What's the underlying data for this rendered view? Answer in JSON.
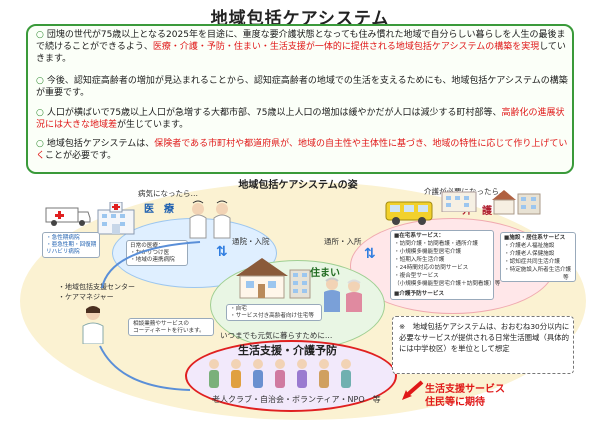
{
  "title": "地域包括ケアシステム",
  "bullets": [
    {
      "marker": "○",
      "text_a": "団塊の世代が75歳以上となる2025年を目途に、重度な要介護状態となっても住み慣れた地域で自分らしい暮らしを人生の最後まで続けることができるよう、",
      "text_red": "医療・介護・予防・住まい・生活支援が一体的に提供される地域包括ケアシステムの構築を実現",
      "text_b": "していきます。"
    },
    {
      "marker": "○",
      "text_a": "今後、認知症高齢者の増加が見込まれることから、認知症高齢者の地域での生活を支えるためにも、地域包括ケアシステムの構築が重要です。",
      "text_red": "",
      "text_b": ""
    },
    {
      "marker": "○",
      "text_a": "人口が横ばいで75歳以上人口が急増する大都市部、75歳以上人口の増加は緩やかだが人口は減少する町村部等、",
      "text_red": "高齢化の進展状況には大きな地域差",
      "text_b": "が生じています。"
    },
    {
      "marker": "○",
      "text_a": "地域包括ケアシステムは、",
      "text_red": "保険者である市町村や都道府県が、地域の自主性や主体性に基づき、地域の特性に応じて作り上げていく",
      "text_b": "ことが必要です。"
    }
  ],
  "figure": {
    "title": "地域包括ケアシステムの姿",
    "medical": {
      "caption": "病気になったら…",
      "heading": "医　療",
      "hospital_items": [
        "・急性期病院",
        "・亜急性期・回復期",
        "リハビリ病院"
      ],
      "clinic_items": [
        "日常の医療：",
        "・かかりつけ医",
        "・地域の連携病院"
      ]
    },
    "care": {
      "caption": "介護が必要になったら…",
      "heading": "介　護",
      "home_service_items": [
        "■在宅系サービス：",
        "・訪問介護・訪問看護・通所介護",
        "・小規模多機能型居宅介護",
        "・短期入所生活介護",
        "・24時間対応の訪問サービス",
        "・複合型サービス",
        "（小規模多機能型居宅介護＋訪問看護）等",
        "■介護予防サービス"
      ],
      "facility_items": [
        "■施設・居住系サービス",
        "・介護老人福祉施設",
        "・介護老人保健施設",
        "・認知症共同生活介護",
        "・特定施設入所者生活介護",
        "等"
      ]
    },
    "home": {
      "heading": "住まい",
      "items": [
        "・自宅",
        "・サービス付き高齢者向け住宅等"
      ]
    },
    "links": {
      "visit_left": "通院・入院",
      "visit_right": "通所・入所"
    },
    "support": {
      "items": [
        "・地域包括支援センター",
        "・ケアマネジャー"
      ],
      "consult": [
        "相談業務やサービスの",
        "コーディネートを行います。"
      ]
    },
    "life": {
      "caption": "いつまでも元気に暮らすために…",
      "heading": "生活支援・介護予防",
      "footer": "老人クラブ・自治会・ボランティア・NPO　等"
    },
    "note": "※　地域包括ケアシステムは、おおむね30分以内に必要なサービスが提供される日常生活圏域（具体的には中学校区）を単位として想定",
    "callout": [
      "生活支援サービス",
      "住民等に期待"
    ]
  },
  "colors": {
    "accent_red": "#e01818",
    "frame_green": "#3a9a3a",
    "medical_blue": "#dfefff",
    "care_pink": "#ffe7e9",
    "home_green": "#e9f6e4",
    "life_purple": "#f2e9fb"
  }
}
